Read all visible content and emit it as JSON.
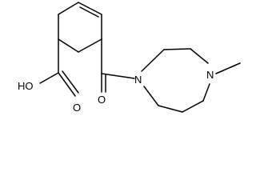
{
  "molecule": {
    "atoms": {
      "hydroxyl": "HO",
      "carbonyl_oxygen_acid": "O",
      "carbonyl_oxygen_amide": "O",
      "amide_nitrogen": "N",
      "methyl_nitrogen": "N"
    }
  },
  "colors": {
    "background": "#ffffff",
    "bonds": "#000000",
    "labels": "#000000"
  }
}
